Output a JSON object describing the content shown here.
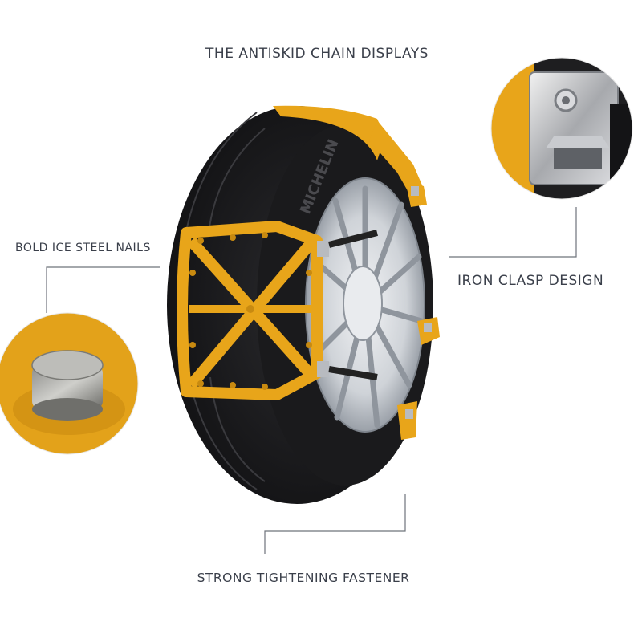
{
  "title": "THE ANTISKID CHAIN DISPLAYS",
  "callouts": {
    "left": "BOLD ICE STEEL NAILS",
    "right": "IRON CLASP DESIGN",
    "bottom": "STRONG TIGHTENING FASTENER"
  },
  "tire_brand_text": "MICHELIN",
  "colors": {
    "chain_yellow": "#e8a51a",
    "tire_black": "#1d1d1f",
    "rim_silver": "#d3d6da",
    "label_text": "#3a3f4a",
    "connector_line": "#6e737b"
  },
  "images": {
    "main": "tire-with-antiskid-chain",
    "detail_left": "steel-nail-closeup",
    "detail_right": "iron-clasp-closeup"
  }
}
